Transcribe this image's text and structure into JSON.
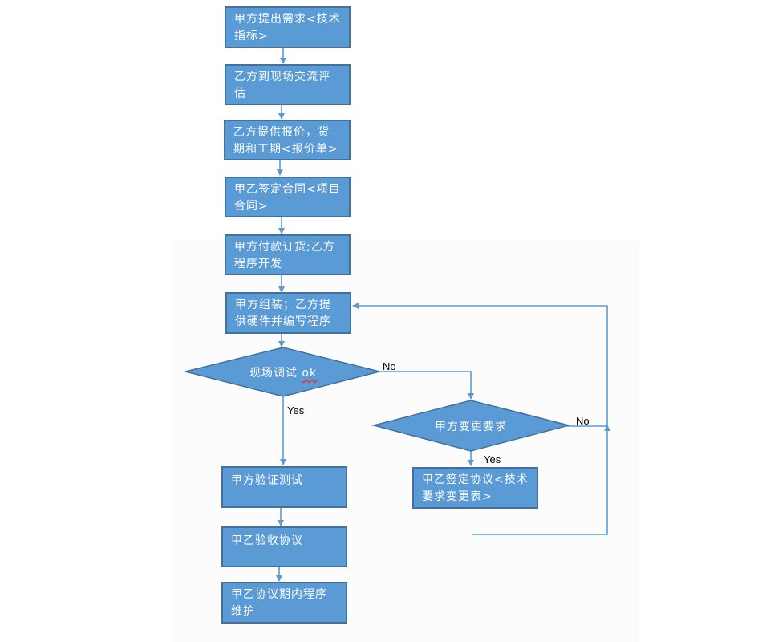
{
  "steps": {
    "s1": "甲方提出需求<技术指标>",
    "s2": "乙方到现场交流评估",
    "s3": "乙方提供报价，货期和工期<报价单>",
    "s4": "甲乙签定合同<项目合同>",
    "s5": "甲方付款订货;乙方程序开发",
    "s6": "甲方组装；乙方提供硬件并编写程序",
    "v1": "甲方验证测试",
    "v2": "甲乙验收协议",
    "v3": "甲乙协议期内程序维护",
    "c1": "甲乙签定协议<技术要求变更表>"
  },
  "decisions": {
    "d1_text": "现场调试 ",
    "d1_ok": "ok",
    "d2": "甲方变更要求"
  },
  "edge_labels": {
    "d1_no": "No",
    "d1_yes": "Yes",
    "d2_no": "No",
    "d2_yes": "Yes"
  },
  "colors": {
    "box_fill": "#5b9bd5",
    "box_border": "#41719c",
    "connector": "#5b9bd5"
  }
}
